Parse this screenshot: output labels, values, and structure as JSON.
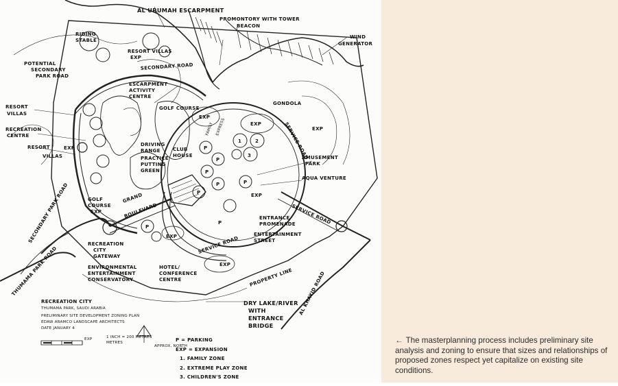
{
  "plan": {
    "labels": {
      "escarpment": "AL URUMAH ESCARPMENT",
      "promontory_1": "PROMONTORY WITH TOWER",
      "promontory_2": "BEACON",
      "wind_1": "WIND",
      "wind_2": "GENERATOR",
      "riding_1": "RIDING",
      "riding_2": "STABLE",
      "resort_villas_exp_1": "RESORT VILLAS",
      "resort_villas_exp_2": "EXP",
      "potential_1": "POTENTIAL",
      "potential_2": "SECONDARY",
      "potential_3": "PARK ROAD",
      "secondary_road": "SECONDARY ROAD",
      "escarpment_activity_1": "ESCARPMENT",
      "escarpment_activity_2": "ACTIVITY",
      "escarpment_activity_3": "CENTRE",
      "golf_course": "GOLF COURSE",
      "gondola": "GONDOLA",
      "service_road_ne": "SERVICE ROAD",
      "resort_villas_1": "RESORT",
      "resort_villas_2": "VILLAS",
      "recreation_centre_1": "RECREATION",
      "recreation_centre_2": "CENTRE",
      "resort_villas_w_1": "RESORT",
      "resort_villas_w_2": "VILLAS",
      "driving_range_1": "DRIVING",
      "driving_range_2": "RANGE",
      "practice_putting_1": "PRACTICE",
      "practice_putting_2": "PUTTING",
      "practice_putting_3": "GREEN",
      "club_house_1": "CLUB",
      "club_house_2": "HOUSE",
      "amusement_park_1": "AMUSEMENT",
      "amusement_park_2": "PARK",
      "aqua_venture": "AQUA VENTURE",
      "golf_course_exp_1": "GOLF",
      "golf_course_exp_2": "COURSE",
      "golf_course_exp_3": "EXP",
      "grand_boulevard_1": "GRAND",
      "grand_boulevard_2": "BOULEVARD",
      "secondary_park_road": "SECONDARY PARK ROAD",
      "service_road_e": "SERVICE ROAD",
      "entrance_promenade_1": "ENTRANCE",
      "entrance_promenade_2": "PROMENADE",
      "entertainment_street_1": "ENTERTAINMENT",
      "entertainment_street_2": "STREET",
      "service_road_s": "SERVICE ROAD",
      "recreation_city_gateway_1": "RECREATION",
      "recreation_city_gateway_2": "CITY",
      "recreation_city_gateway_3": "GATEWAY",
      "environmental_1": "ENVIRONMENTAL",
      "environmental_2": "ENTERTAINMENT",
      "environmental_3": "CONSERVATORY",
      "hotel_1": "HOTEL/",
      "hotel_2": "CONFERENCE",
      "hotel_3": "CENTRE",
      "property_line": "PROPERTY LINE",
      "thumama_park_road": "THUMAMA PARK ROAD",
      "al_khayid_road": "AL KHAYID ROAD",
      "dry_lake_1": "DRY LAKE/RIVER",
      "dry_lake_2": "WITH",
      "dry_lake_3": "ENTRANCE",
      "dry_lake_4": "BRIDGE",
      "family": "FAMILY",
      "express": "EXPRESS",
      "exp": "EXP",
      "p": "P"
    },
    "title_block": {
      "line1": "RECREATION CITY",
      "line2": "THUMAMA PARK, SAUDI ARABIA",
      "line3": "PRELIMINARY SITE DEVELOPMENT ZONING PLAN",
      "line4": "EDAW ARAMCO LANDSCAPE ARCHITECTS",
      "line5": "DATE  JANUARY 4"
    },
    "scale_bar": {
      "label": "EXP",
      "note_1": "1 INCH = 200 METRES",
      "note_2": "METRES",
      "north": "APPROX. NORTH"
    },
    "legend": {
      "parking": "P = PARKING",
      "expansion": "EXP = EXPANSION",
      "zone1": "1.  FAMILY ZONE",
      "zone2": "2.  EXTREME PLAY ZONE",
      "zone3": "3.  CHILDREN'S ZONE"
    }
  },
  "caption": {
    "arrow": "←",
    "text": "The masterplanning process includes preliminary site analysis and zoning to ensure that sizes and relationships of proposed zones respect yet capitalize on existing site conditions."
  },
  "colors": {
    "sidebar": "#f8ebdc",
    "ink": "#111111",
    "paper": "#fcfcfa"
  }
}
